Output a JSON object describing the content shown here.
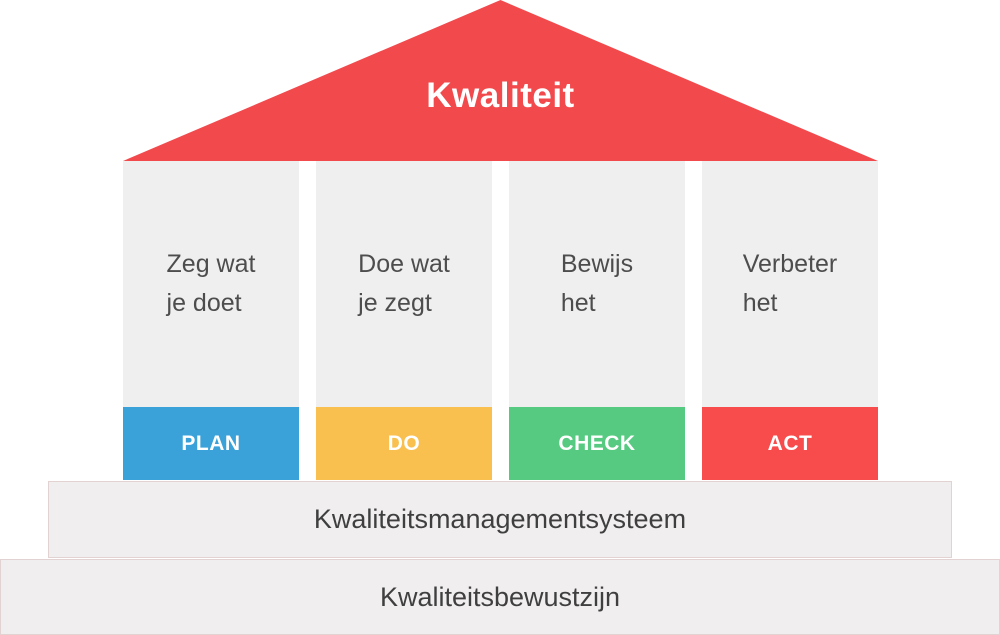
{
  "diagram": {
    "roof": {
      "label": "Kwaliteit",
      "color": "#f2494d",
      "text_color": "#ffffff"
    },
    "pillars": [
      {
        "lines": [
          "Zeg wat",
          "je doet"
        ],
        "base": {
          "label": "PLAN",
          "color": "#3ba2d9"
        }
      },
      {
        "lines": [
          "Doe wat",
          "je zegt"
        ],
        "base": {
          "label": "DO",
          "color": "#f9c050"
        }
      },
      {
        "lines": [
          "Bewijs",
          "het"
        ],
        "base": {
          "label": "CHECK",
          "color": "#55ca80"
        }
      },
      {
        "lines": [
          "Verbeter",
          "het"
        ],
        "base": {
          "label": "ACT",
          "color": "#f84c4c"
        }
      }
    ],
    "foundations": [
      {
        "label": "Kwaliteitsmanagementsysteem"
      },
      {
        "label": "Kwaliteitsbewustzijn"
      }
    ],
    "colors": {
      "pillar_fill": "#efefef",
      "foundation_fill": "#f0eeee"
    }
  }
}
